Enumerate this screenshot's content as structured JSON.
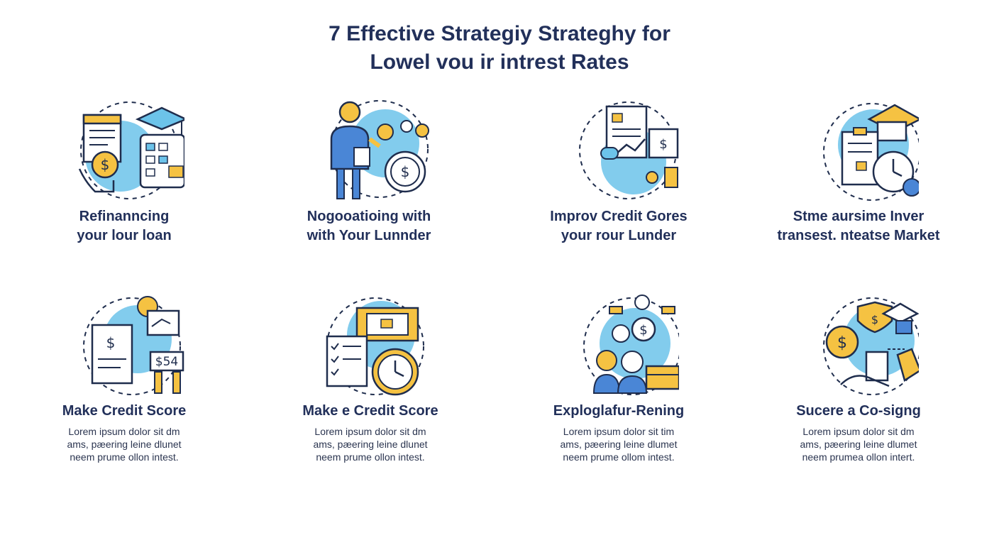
{
  "title": {
    "line1": "7 Effective Strategiy Strateghy for",
    "line2": "Lowel vou ir intrest Rates"
  },
  "colors": {
    "navy": "#22305a",
    "accent_blue": "#6cc3ea",
    "gold": "#f5c242",
    "line": "#1f2d4d"
  },
  "row1": [
    {
      "icon": "refinance-icon",
      "line1": "Refinanncing",
      "line2": "your lour loan"
    },
    {
      "icon": "negotiate-icon",
      "line1": "Nogooatioing with",
      "line2": "with Your Lunnder"
    },
    {
      "icon": "credit-report-icon",
      "line1": "Improv Credit Gores",
      "line2": "your rour Lunder"
    },
    {
      "icon": "market-timing-icon",
      "line1": "Stme aursime Inver",
      "line2": "transest. nteatse Market"
    }
  ],
  "row2": [
    {
      "icon": "credit-score-icon",
      "label": "Make Credit Score",
      "d1": "Lorem ipsum dolor sit dm",
      "d2": "ams, pæering leine dlunet",
      "d3": "neem prume ollon intest."
    },
    {
      "icon": "checklist-clock-icon",
      "label": "Make e Credit Score",
      "d1": "Lorem ipsum dolor sit dm",
      "d2": "ams, pæering leine dlunet",
      "d3": "neem prume ollon intest."
    },
    {
      "icon": "people-savings-icon",
      "label": "Exploglafur-Rening",
      "d1": "Lorem ipsum dolor sit tim",
      "d2": "ams, pæering leine dlumet",
      "d3": "neem prume ollom intest."
    },
    {
      "icon": "cosign-handshake-icon",
      "label": "Sucere a Co-signg",
      "d1": "Lorem ipsum dolor sit dm",
      "d2": "ams, pæering leine dlumet",
      "d3": "neem prumea ollon intert."
    }
  ]
}
